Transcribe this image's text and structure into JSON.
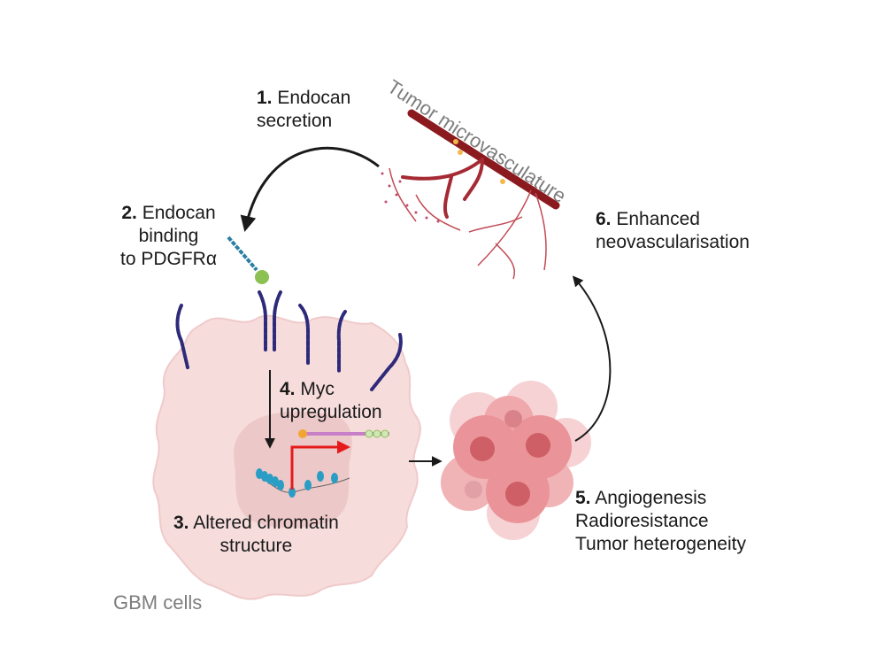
{
  "figure": {
    "title_vasculature": "Tumor microvasculature",
    "title_cells": "GBM cells",
    "steps": [
      {
        "num": "1.",
        "lines": [
          "Endocan",
          "secretion"
        ]
      },
      {
        "num": "2.",
        "lines": [
          "Endocan",
          "binding",
          "to PDGFRα"
        ]
      },
      {
        "num": "3.",
        "lines": [
          "Altered chromatin",
          "structure"
        ]
      },
      {
        "num": "4.",
        "lines": [
          "Myc",
          "upregulation"
        ]
      },
      {
        "num": "5.",
        "lines": [
          "Angiogenesis",
          "Radioresistance",
          "Tumor heterogeneity"
        ]
      },
      {
        "num": "6.",
        "lines": [
          "Enhanced",
          "neovascularisation"
        ]
      }
    ],
    "colors": {
      "cell_fill": "#f7d9d9",
      "nucleus_fill": "#ecc4c4",
      "receptor": "#2e2a7a",
      "endocan": "#2a7fa3",
      "ligand": "#8cc152",
      "vessel": "#8b1a1f",
      "tumor_cell": "#e98b8f",
      "transcription_arrow": "#e51b1b",
      "arrow": "#1a1a1a"
    }
  }
}
